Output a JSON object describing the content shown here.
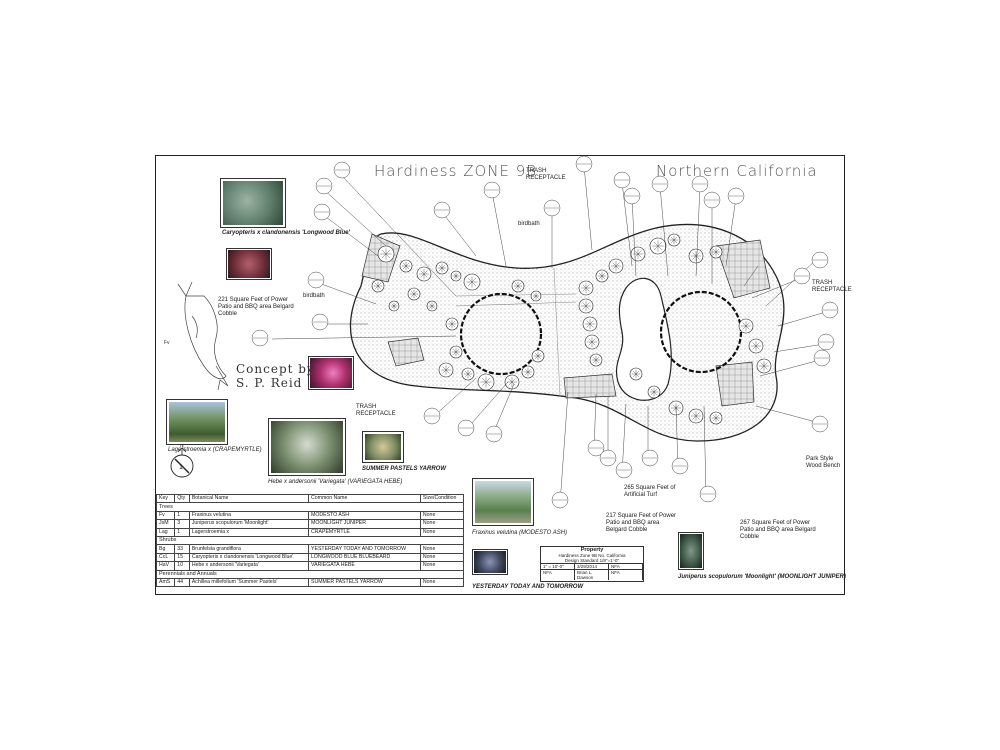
{
  "titles": {
    "zone": "Hardiness ZONE 9B",
    "region": "Northern California"
  },
  "concept": {
    "line1": "Concept by",
    "line2": "S. P. Reid"
  },
  "photos": {
    "caryopteris": "Caryopteris x clandonensis 'Longwood Blue'",
    "lagerstroemia": "Lagerstroemia x (CRAPEMYRTLE)",
    "hebe": "Hebe x andersonii 'Variegata' (VARIEGATA HEBE)",
    "yarrow": "SUMMER PASTELS YARROW",
    "fraxinus": "Fraxinus velutina (MODESTO ASH)",
    "yesterday": "YESTERDAY TODAY AND TOMORROW",
    "juniperus": "Juniperus scopulorum 'Moonlight' (MOONLIGHT JUNIPER)"
  },
  "callouts": {
    "trash1": "TRASH RECEPTACLE",
    "trash2": "TRASH RECEPTACLE",
    "trash3": "TRASH RECEPTACLE",
    "birdbath1": "birdbath",
    "birdbath2": "birdbath",
    "area221": "221 Square Feet of Power Patio and BBQ area Belgard Cobble",
    "area217": "217 Square Feet of Power Patio and BBQ area Belgard Cobble",
    "area267": "267 Square Feet of Power Patio and BBQ area Belgard Cobble",
    "turf": "265 Square Feet of Artificial Turf",
    "bench": "Park Style Wood Bench"
  },
  "legend": {
    "headers": [
      "Key",
      "Qty",
      "Botanical Name",
      "Common Name",
      "Size/Condition"
    ],
    "sections": [
      {
        "name": "Trees",
        "rows": [
          [
            "Fv",
            "1",
            "Fraxinus velutina",
            "MODESTO ASH",
            "None"
          ],
          [
            "JsM",
            "3",
            "Juniperus scopulorum 'Moonlight'",
            "MOONLIGHT JUNIPER",
            "None"
          ],
          [
            "Lag",
            "1",
            "Lagerstroemia x",
            "CRAPEMYRTLE",
            "None"
          ]
        ]
      },
      {
        "name": "Shrubs",
        "rows": [
          [
            "Bg",
            "33",
            "Brunfelsia grandiflora",
            "YESTERDAY TODAY AND TOMORROW",
            "None"
          ],
          [
            "CcL",
            "15",
            "Caryopteris x clandonensis 'Longwood Blue'",
            "LONGWOOD BLUE BLUEBEARD",
            "None"
          ],
          [
            "HaV",
            "10",
            "Hebe x andersonii 'Variegata'",
            "VARIEGATA HEBE",
            "None"
          ]
        ]
      },
      {
        "name": "Perennials and Annuals",
        "rows": [
          [
            "AmS",
            "44",
            "Achillea millefolium 'Summer Pastels'",
            "SUMMER PASTELS YARROW",
            "None"
          ]
        ]
      }
    ]
  },
  "title_block": {
    "project": "Property",
    "line2": "Hardiness Zone 9B No. California",
    "line3": "Design Standard 1/8\"=1'-0\"",
    "scale": "1\" = 10'-0\"",
    "date": "3/29/2014",
    "designer": "Brian L. Dawson",
    "nfa": "NFA"
  },
  "colors": {
    "ink": "#222222",
    "fill": "#f2f2f2"
  }
}
